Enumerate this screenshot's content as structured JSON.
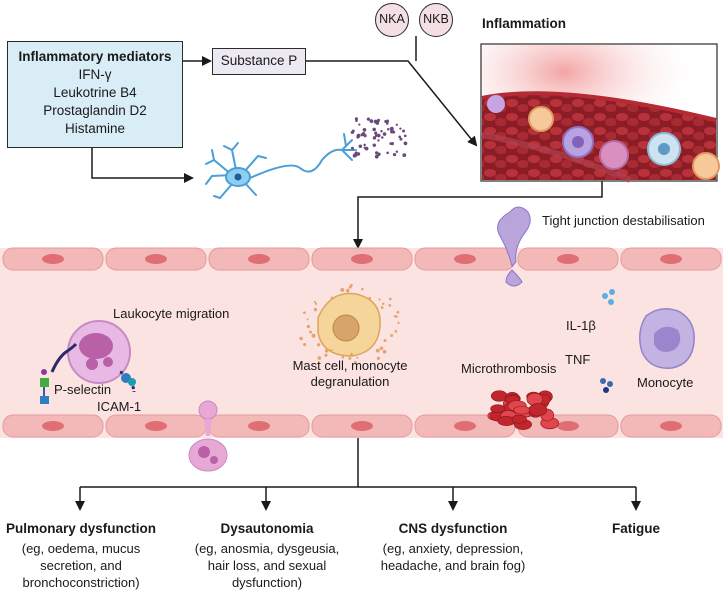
{
  "mediators": {
    "title": "Inflammatory mediators",
    "items": [
      "IFN-γ",
      "Leukotrine B4",
      "Prostaglandin D2",
      "Histamine"
    ]
  },
  "substance_p": "Substance P",
  "neurokinins": [
    "NKA",
    "NKB"
  ],
  "inflammation_title": "Inflammation",
  "labels": {
    "tight_junction": "Tight junction destabilisation",
    "leukocyte_migration": "Laukocyte migration",
    "mast_cell_line1": "Mast cell, monocyte",
    "mast_cell_line2": "degranulation",
    "il1b": "IL-1β",
    "tnf": "TNF",
    "microthrombosis": "Microthrombosis",
    "monocyte": "Monocyte",
    "p_selectin": "P-selectin",
    "icam1": "ICAM-1"
  },
  "outcomes": [
    {
      "title": "Pulmonary dysfunction",
      "lines": [
        "(eg, oedema, mucus",
        "secretion, and",
        "bronchoconstriction)"
      ]
    },
    {
      "title": "Dysautonomia",
      "lines": [
        "(eg, anosmia, dysgeusia,",
        "hair loss, and sexual",
        "dysfunction)"
      ]
    },
    {
      "title": "CNS dysfunction",
      "lines": [
        "(eg, anxiety, depression,",
        "headache, and brain fog)"
      ]
    },
    {
      "title": "Fatigue",
      "lines": []
    }
  ],
  "colors": {
    "vessel_bg": "#fbe3e1",
    "endothelium": "#f3b8b8",
    "nucleus": "#e06f75",
    "mediator_box": "#d9edf7",
    "neuron": "#6fb8e6",
    "clot": "#c0262c",
    "monocyte": "#b4a4d8",
    "leukocyte": "#e3a6d6"
  },
  "icons": [
    "neuron-icon",
    "blood-vessel-icon",
    "monocyte-icon",
    "mast-cell-icon",
    "leukocyte-icon",
    "clot-icon"
  ]
}
